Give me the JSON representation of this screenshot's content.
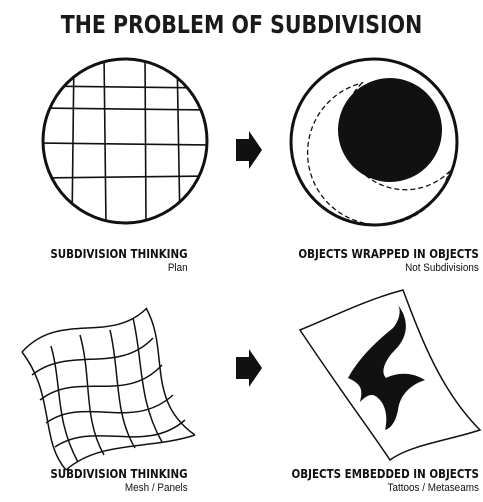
{
  "title": "THE PROBLEM OF SUBDIVISION",
  "panels": [
    {
      "main": "SUBDIVISION THINKING",
      "sub": "Plan"
    },
    {
      "main": "OBJECTS WRAPPED IN OBJECTS",
      "sub": "Not Subdivisions"
    },
    {
      "main": "SUBDIVISION THINKING",
      "sub": "Mesh / Panels"
    },
    {
      "main": "OBJECTS EMBEDDED IN OBJECTS",
      "sub": "Tattoos / Metaseams"
    }
  ],
  "colors": {
    "ink": "#111111"
  }
}
